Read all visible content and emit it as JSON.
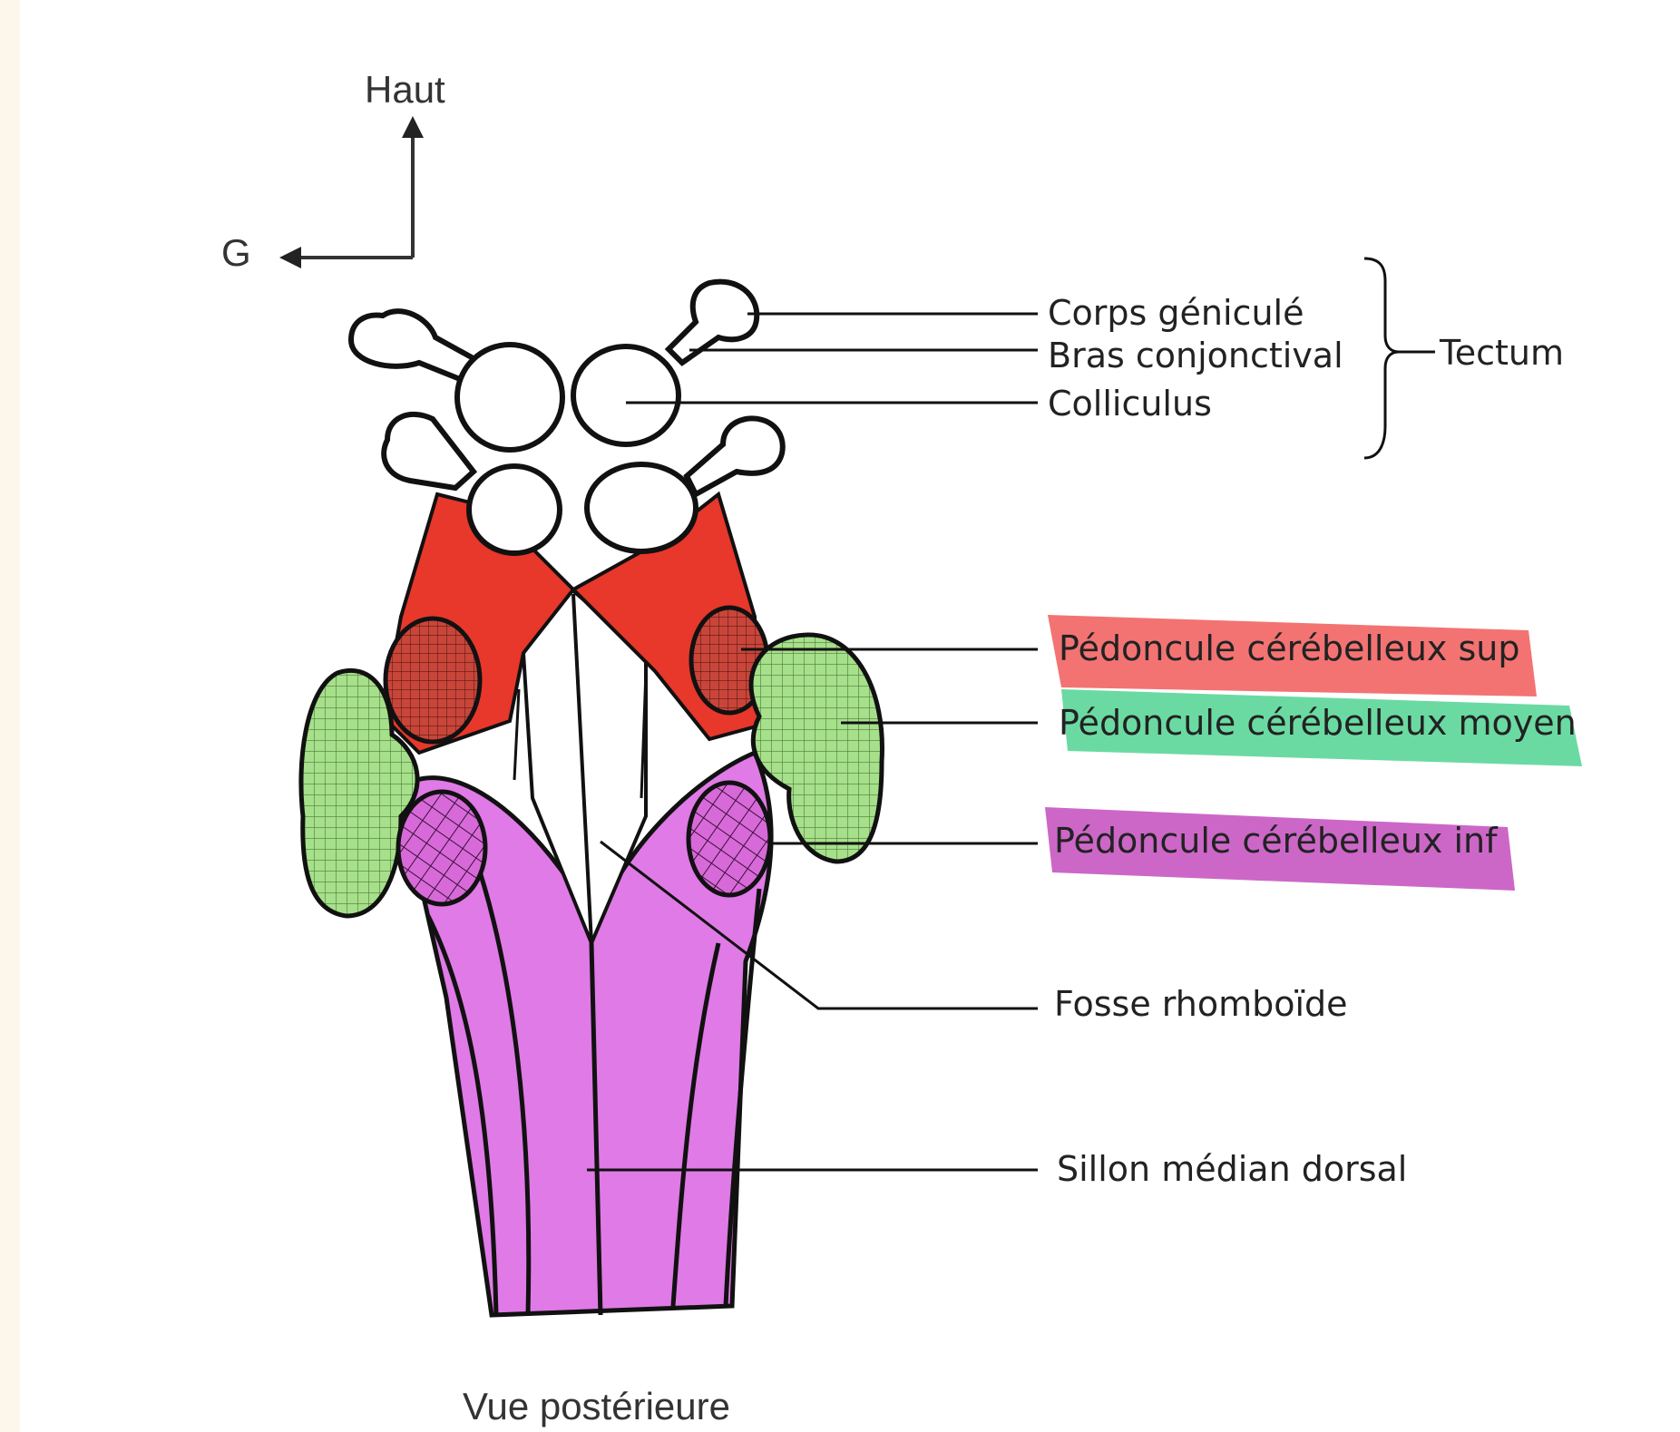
{
  "orientation": {
    "up_label": "Haut",
    "left_label": "G"
  },
  "labels": {
    "corps_genicule": "Corps géniculé",
    "bras_conjonctival": "Bras conjonctival",
    "colliculus": "Colliculus",
    "tectum": "Tectum",
    "pedoncule_sup": "Pédoncule cérébelleux sup",
    "pedoncule_moyen": "Pédoncule cérébelleux moyen",
    "pedoncule_inf": "Pédoncule cérébelleux inf",
    "fosse_rhomboide": "Fosse rhomboïde",
    "sillon_median": "Sillon médian dorsal"
  },
  "caption": "Vue postérieure",
  "colors": {
    "superior_peduncle": "#e8372b",
    "superior_highlight": "#f26b6b",
    "middle_peduncle": "#a6e08a",
    "middle_highlight": "#5ed79a",
    "inferior_peduncle": "#e177e8",
    "inferior_highlight": "#c95fc4",
    "outline": "#111111"
  }
}
